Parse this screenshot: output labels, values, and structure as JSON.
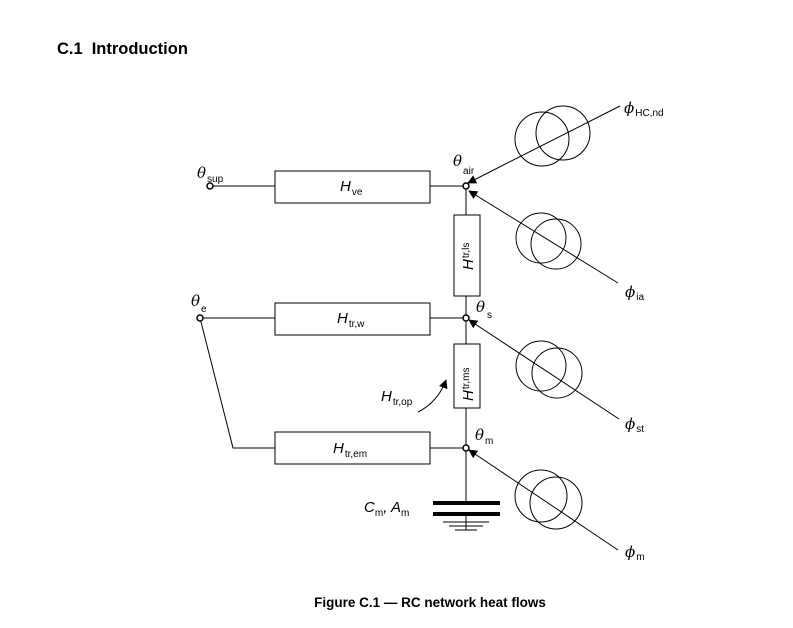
{
  "section": {
    "number": "C.1",
    "title": "Introduction"
  },
  "caption": "Figure C.1 — RC network heat flows",
  "nodes": {
    "sup": {
      "symbol": "θ",
      "sub": "sup"
    },
    "e": {
      "symbol": "θ",
      "sub": "e"
    },
    "air": {
      "symbol": "θ",
      "sub": "air"
    },
    "s": {
      "symbol": "θ",
      "sub": "s"
    },
    "m": {
      "symbol": "θ",
      "sub": "m"
    }
  },
  "conductances": {
    "ve": {
      "symbol": "H",
      "sub": "ve"
    },
    "trw": {
      "symbol": "H",
      "sub": "tr,w"
    },
    "trem": {
      "symbol": "H",
      "sub": "tr,em"
    },
    "trop": {
      "symbol": "H",
      "sub": "tr,op"
    },
    "trls": {
      "symbol": "H",
      "sub": "tr,ls"
    },
    "trms": {
      "symbol": "H",
      "sub": "tr,ms"
    }
  },
  "capacity": {
    "c_symbol": "C",
    "c_sub": "m",
    "sep": ", ",
    "a_symbol": "A",
    "a_sub": "m"
  },
  "flows": {
    "hcnd": {
      "symbol": "ϕ",
      "sub": "HC,nd"
    },
    "ia": {
      "symbol": "ϕ",
      "sub": "ia"
    },
    "st": {
      "symbol": "ϕ",
      "sub": "st"
    },
    "m": {
      "symbol": "ϕ",
      "sub": "m"
    }
  }
}
